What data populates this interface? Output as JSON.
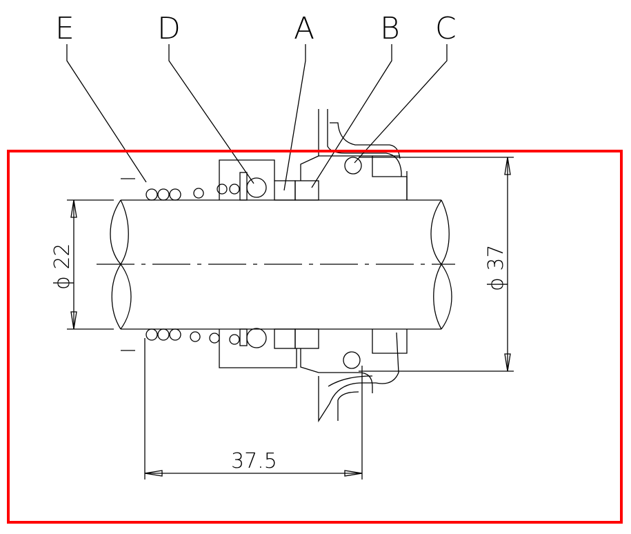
{
  "labels": {
    "E": "E",
    "D": "D",
    "A": "A",
    "B": "B",
    "C": "C"
  },
  "dimensions": {
    "shaft_diameter": "ϕ 22",
    "outer_diameter": "ϕ 37",
    "length": "37.5"
  },
  "colors": {
    "highlight_box": "#ff0000",
    "lines": "#000000"
  }
}
